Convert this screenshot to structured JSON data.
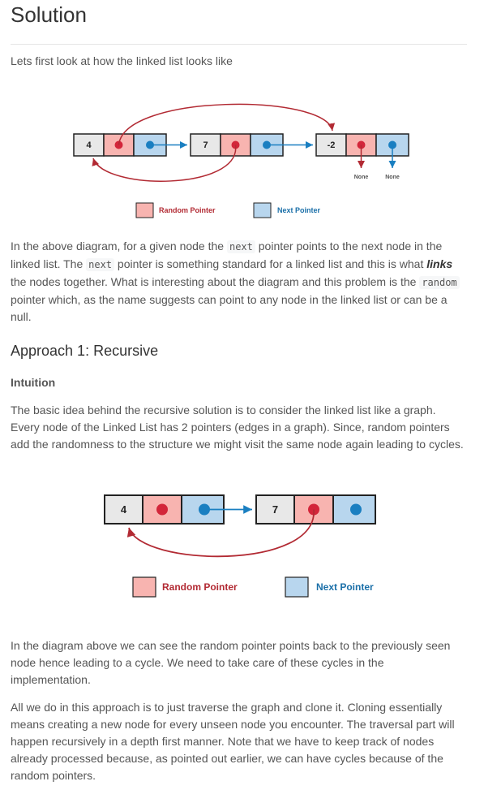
{
  "title": "Solution",
  "intro": "Lets first look at how the linked list looks like",
  "diagram1": {
    "nodes": [
      "4",
      "7",
      "-2"
    ],
    "none_label_1": "None",
    "none_label_2": "None",
    "legend_random": "Random Pointer",
    "legend_next": "Next Pointer"
  },
  "para1": {
    "part1": "In the above diagram, for a given node the ",
    "code1": "next",
    "part2": " pointer points to the next node in the linked list. The ",
    "code2": "next",
    "part3": " pointer is something standard for a linked list and this is what ",
    "emph": "links",
    "part4": " the nodes together. What is interesting about the diagram and this problem is the ",
    "code3": "random",
    "part5": " pointer which, as the name suggests can point to any node in the linked list or can be a null."
  },
  "approach_heading": "Approach 1: Recursive",
  "intuition_heading": "Intuition",
  "para2": "The basic idea behind the recursive solution is to consider the linked list like a graph. Every node of the Linked List has 2 pointers (edges in a graph). Since, random pointers add the randomness to the structure we might visit the same node again leading to cycles.",
  "diagram2": {
    "nodes": [
      "4",
      "7"
    ],
    "legend_random": "Random Pointer",
    "legend_next": "Next Pointer"
  },
  "para3": "In the diagram above we can see the random pointer points back to the previously seen node hence leading to a cycle. We need to take care of these cycles in the implementation.",
  "para4": "All we do in this approach is to just traverse the graph and clone it. Cloning essentially means creating a new node for every unseen node you encounter. The traversal part will happen recursively in a depth first manner. Note that we have to keep track of nodes already processed because, as pointed out earlier, we can have cycles because of the random pointers.",
  "colors": {
    "random_fill": "#f8b4b0",
    "random_dot": "#d3263a",
    "next_fill": "#b8d6ee",
    "next_dot": "#1a7fc1",
    "arrow_red": "#b22a33",
    "arrow_blue": "#1a7fc1"
  }
}
